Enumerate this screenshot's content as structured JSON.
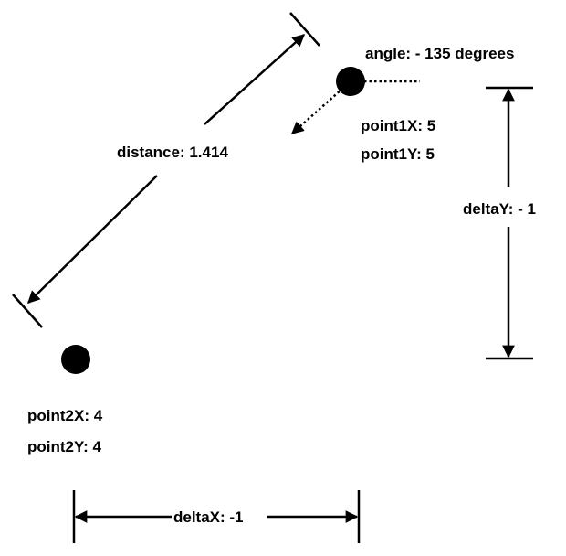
{
  "labels": {
    "angle": "angle:  - 135 degrees",
    "distance": "distance: 1.414",
    "point1x": "point1X:  5",
    "point1y": "point1Y:  5",
    "point2x": "point2X:  4",
    "point2y": "point2Y:  4",
    "deltay": "deltaY: - 1",
    "deltax": "deltaX: -1"
  },
  "colors": {
    "ink": "#000000",
    "background": "#ffffff"
  }
}
